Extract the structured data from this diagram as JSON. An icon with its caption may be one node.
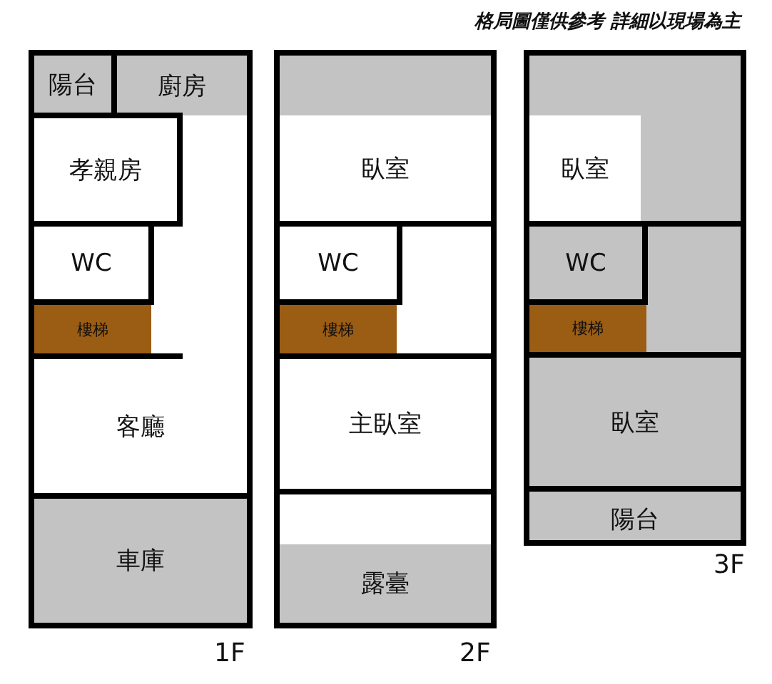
{
  "diagram": {
    "nodes": [
      {
        "text": [],
        "shape": "box",
        "beside": [
          "1F"
        ]
      },
      {
        "text": [
          "陽台"
        ],
        "in": 0
      },
      {
        "text": [
          "廚房"
        ],
        "in": 0
      },
      {
        "text": [
          "孝親房"
        ],
        "in": 0
      },
      {
        "text": [
          "WC"
        ],
        "in": 0
      },
      {
        "text": [
          "樓梯"
        ],
        "in": 0
      },
      {
        "text": [
          "客廳"
        ],
        "in": 0
      },
      {
        "text": [
          "車庫"
        ],
        "in": 0
      },
      {
        "text": [],
        "shape": "box",
        "beside": [
          "2F"
        ]
      },
      {
        "text": [],
        "shape": "box",
        "in": 8
      },
      {
        "text": [
          "臥室"
        ],
        "in": 8
      },
      {
        "text": [
          "WC"
        ],
        "in": 8
      },
      {
        "text": [
          "樓梯"
        ],
        "in": 8
      },
      {
        "text": [
          "主臥室"
        ],
        "in": 8
      },
      {
        "text": [
          "露臺"
        ],
        "in": 8
      },
      {
        "text": [],
        "shape": "box",
        "beside": [
          "3F"
        ]
      },
      {
        "text": [
          "臥室"
        ],
        "in": 15
      },
      {
        "text": [
          "WC"
        ],
        "in": 15
      },
      {
        "text": [
          "樓梯"
        ],
        "in": 15
      },
      {
        "text": [
          "臥室"
        ],
        "in": 15
      },
      {
        "text": [
          "陽台"
        ],
        "in": 15
      }
    ],
    "labels": [
      "格局圖僅供參考 詳細以現場為主"
    ]
  }
}
